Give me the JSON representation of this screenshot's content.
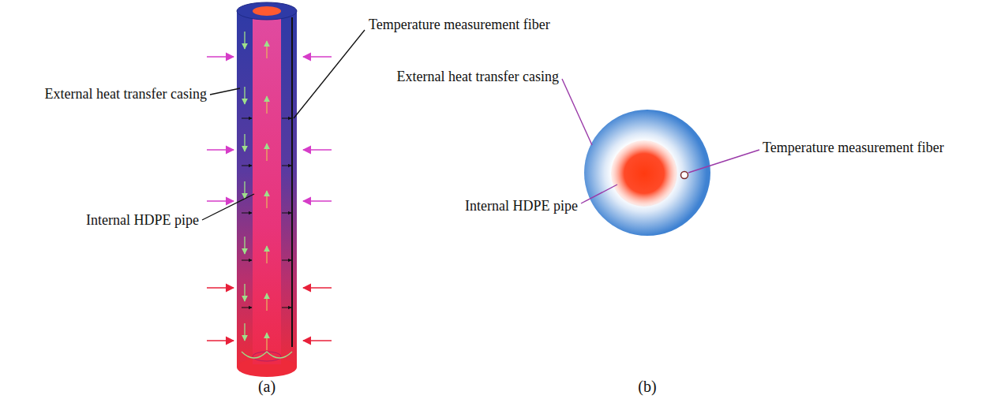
{
  "diagram": {
    "labels": [
      "External heat transfer casing",
      "Temperature measurement fiber",
      "Internal HDPE pipe",
      "(a)",
      "External heat transfer casing",
      "Temperature measurement fiber",
      "Internal HDPE pipe",
      "(b)"
    ]
  }
}
